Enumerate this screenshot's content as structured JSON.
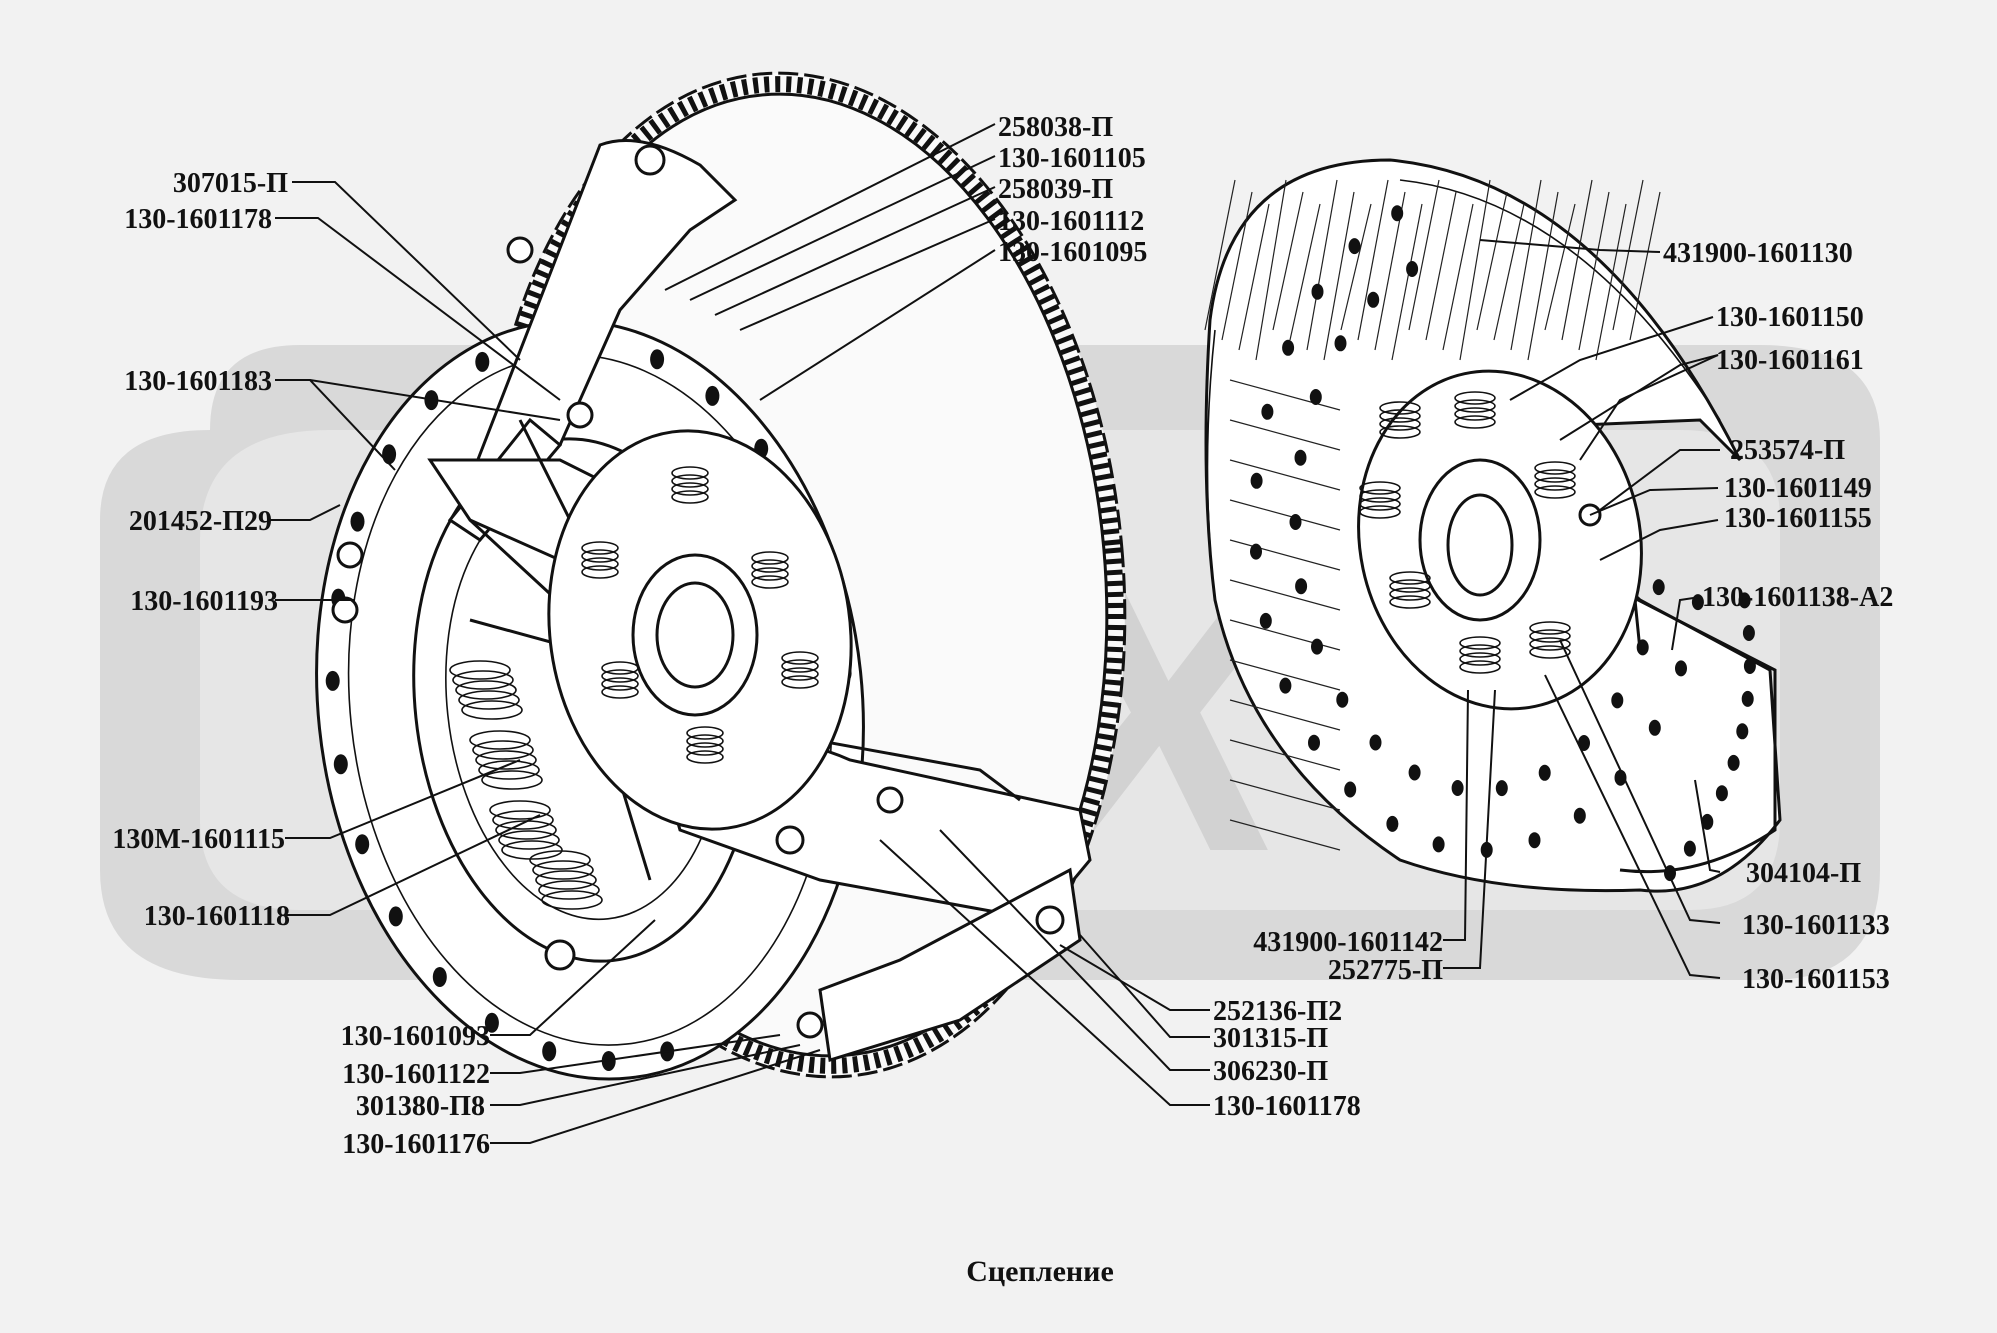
{
  "caption": "Сцепление",
  "watermark": "DEX",
  "colors": {
    "background": "#f2f2f2",
    "ink": "#111111",
    "watermark": "#d2d2d2"
  },
  "labels": {
    "l1": "258038-П",
    "l2": "130-1601105",
    "l3": "258039-П",
    "l4": "130-1601112",
    "l5": "130-1601095",
    "l6": "307015-П",
    "l7": "130-1601178",
    "l8": "130-1601183",
    "l9": "201452-П29",
    "l10": "130-1601193",
    "l11": "130М-1601115",
    "l12": "130-1601118",
    "l13": "130-1601093",
    "l14": "130-1601122",
    "l15": "301380-П8",
    "l16": "130-1601176",
    "l17": "252136-П2",
    "l18": "301315-П",
    "l19": "306230-П",
    "l20": "130-1601178",
    "l21": "431900-1601130",
    "l22": "130-1601150",
    "l23": "130-1601161",
    "l24": "253574-П",
    "l25": "130-1601149",
    "l26": "130-1601155",
    "l27": "130-1601138-А2",
    "l28": "304104-П",
    "l29": "130-1601133",
    "l30": "130-1601153",
    "l31": "431900-1601142",
    "l32": "252775-П"
  }
}
